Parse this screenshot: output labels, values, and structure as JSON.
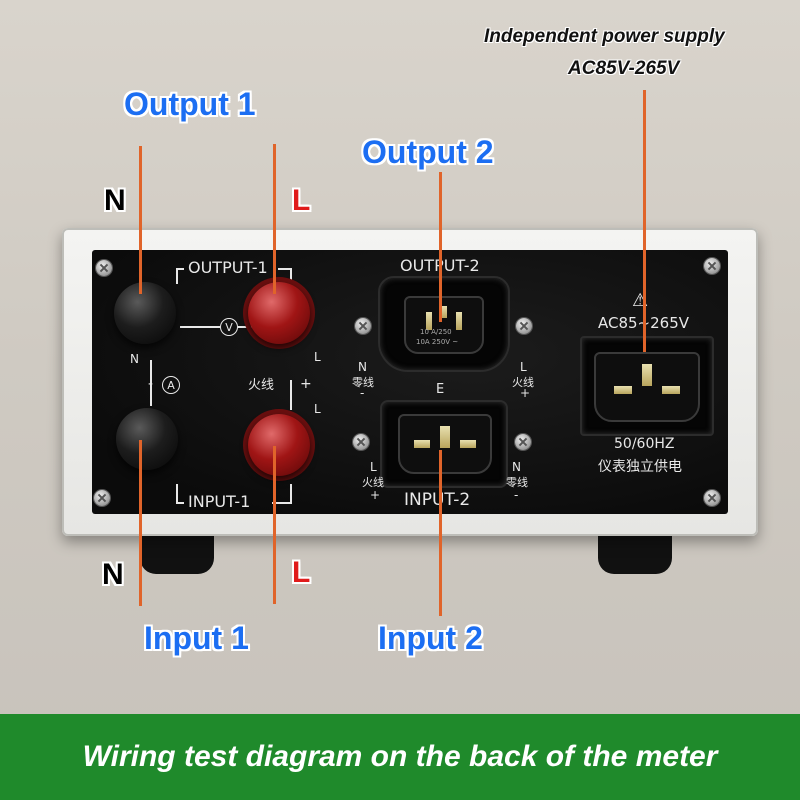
{
  "callouts": {
    "output1": "Output 1",
    "output2": "Output 2",
    "input1": "Input 1",
    "input2": "Input 2",
    "n_top": "N",
    "l_top": "L",
    "n_bottom": "N",
    "l_bottom": "L",
    "supply_line1": "Independent power supply",
    "supply_line2": "AC85V-265V"
  },
  "panel": {
    "output1_label": "OUTPUT-1",
    "input1_label": "INPUT-1",
    "output2_label": "OUTPUT-2",
    "input2_label": "INPUT-2",
    "volt_symbol": "V",
    "amp_symbol": "A",
    "n_left_top": "N",
    "minus_left": "-",
    "l_right_top": "L",
    "huoxian_mid": "火线",
    "plus_mid": "+",
    "l_right_bottom": "L",
    "out2_n": "N",
    "out2_n_cn": "零线",
    "out2_n_sign": "-",
    "out2_l": "L",
    "out2_l_cn": "火线",
    "out2_l_sign": "+",
    "earth": "E",
    "in2_l": "L",
    "in2_l_cn": "火线",
    "in2_l_sign": "+",
    "in2_n": "N",
    "in2_n_cn": "零线",
    "in2_n_sign": "-",
    "socket_rating_1": "10 A/250",
    "socket_rating_2": "10A 250V ~",
    "warning_symbol": "⚠",
    "supply_rating": "AC85~265V",
    "freq": "50/60HZ",
    "supply_cn": "仪表独立供电"
  },
  "banner": {
    "text": "Wiring test diagram on the back of the meter"
  },
  "colors": {
    "callout_blue": "#1c6ef2",
    "guide_orange": "#e0642a",
    "banner_green": "#1f8a2b",
    "l_red": "#e01b1b",
    "n_black": "#000000"
  }
}
